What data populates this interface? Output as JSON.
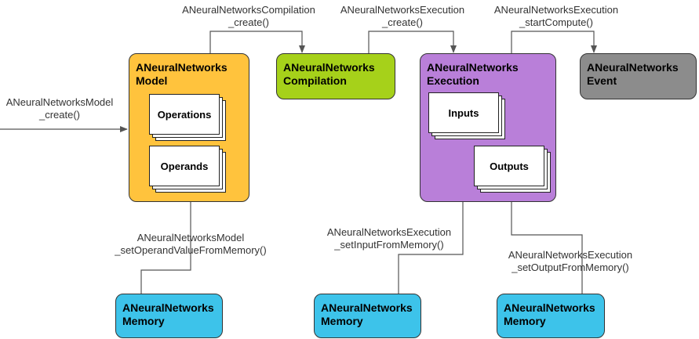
{
  "boxes": {
    "model": {
      "line1": "ANeuralNetworks",
      "line2": "Model",
      "color": "#FFC33D"
    },
    "compilation": {
      "line1": "ANeuralNetworks",
      "line2": "Compilation",
      "color": "#A6D11A"
    },
    "execution": {
      "line1": "ANeuralNetworks",
      "line2": "Execution",
      "color": "#B97FD9"
    },
    "event": {
      "line1": "ANeuralNetworks",
      "line2": "Event",
      "color": "#8C8C8C"
    },
    "memory1": {
      "line1": "ANeuralNetworks",
      "line2": "Memory",
      "color": "#3DC3EA"
    },
    "memory2": {
      "line1": "ANeuralNetworks",
      "line2": "Memory",
      "color": "#3DC3EA"
    },
    "memory3": {
      "line1": "ANeuralNetworks",
      "line2": "Memory",
      "color": "#3DC3EA"
    }
  },
  "cards": {
    "operations": "Operations",
    "operands": "Operands",
    "inputs": "Inputs",
    "outputs": "Outputs"
  },
  "labels": {
    "model_create": {
      "line1": "ANeuralNetworksModel",
      "line2": "_create()"
    },
    "compilation_create": {
      "line1": "ANeuralNetworksCompilation",
      "line2": "_create()"
    },
    "execution_create": {
      "line1": "ANeuralNetworksExecution",
      "line2": "_create()"
    },
    "start_compute": {
      "line1": "ANeuralNetworksExecution",
      "line2": "_startCompute()"
    },
    "set_operand_value": {
      "line1": "ANeuralNetworksModel",
      "line2": "_setOperandValueFromMemory()"
    },
    "set_input": {
      "line1": "ANeuralNetworksExecution",
      "line2": "_setInputFromMemory()"
    },
    "set_output": {
      "line1": "ANeuralNetworksExecution",
      "line2": "_setOutputFromMemory()"
    }
  },
  "colors": {
    "line": "#555555",
    "card_border": "#222222"
  }
}
